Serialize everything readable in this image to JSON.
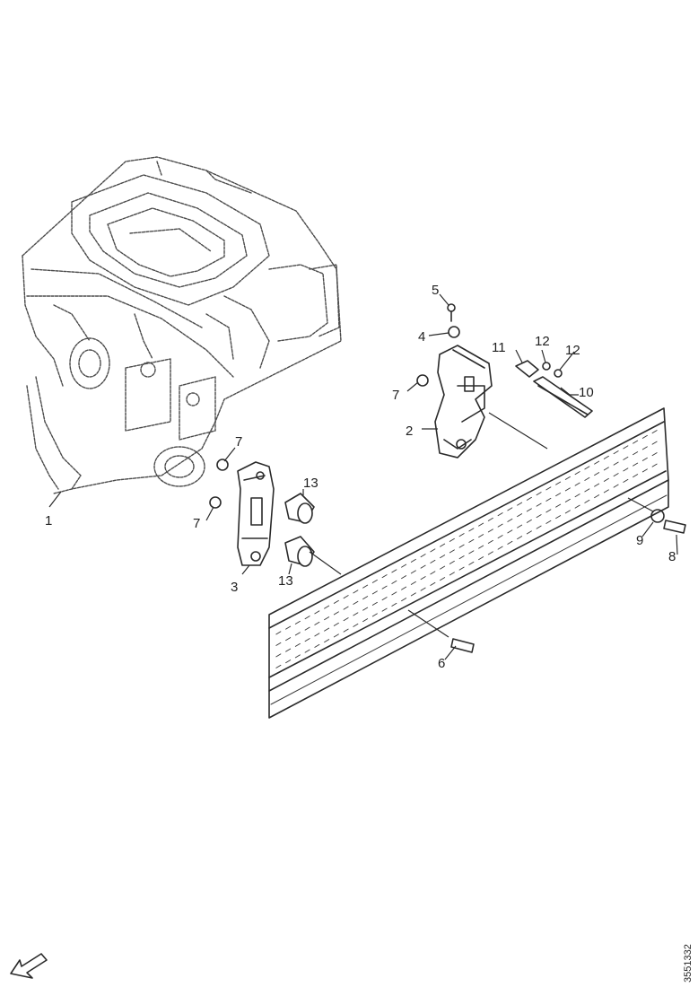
{
  "callouts": {
    "c1": "1",
    "c2": "2",
    "c3": "3",
    "c4": "4",
    "c5": "5",
    "c6": "6",
    "c7a": "7",
    "c7b": "7",
    "c7c": "7",
    "c8": "8",
    "c9": "9",
    "c10": "10",
    "c11": "11",
    "c12a": "12",
    "c12b": "12",
    "c13a": "13",
    "c13b": "13"
  },
  "document_number": "3551332",
  "icons": {
    "orientation_arrow": "arrow-down-left-icon"
  }
}
